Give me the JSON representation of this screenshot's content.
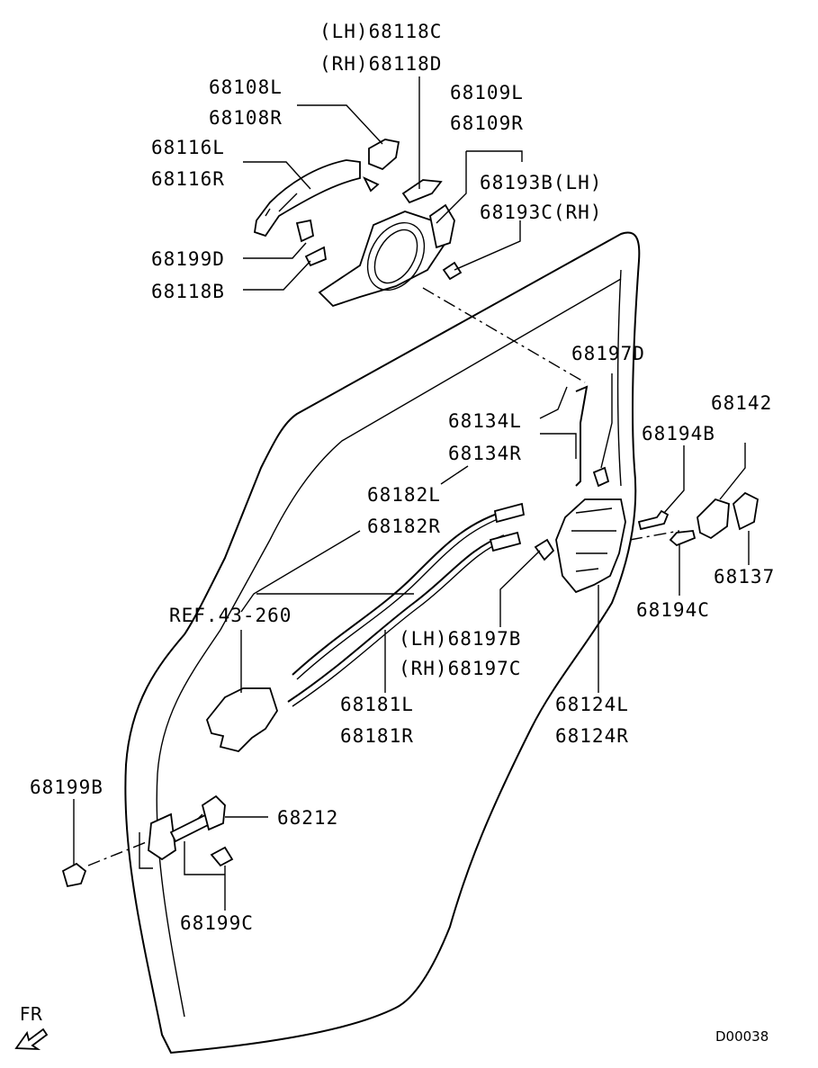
{
  "labels": {
    "p68118C": "(LH)68118C",
    "p68118D": "(RH)68118D",
    "p68108L": "68108L",
    "p68108R": "68108R",
    "p68109L": "68109L",
    "p68109R": "68109R",
    "p68116L": "68116L",
    "p68116R": "68116R",
    "p68193B": "68193B(LH)",
    "p68193C": "68193C(RH)",
    "p68199D": "68199D",
    "p68118B": "68118B",
    "p68197D": "68197D",
    "p68142": "68142",
    "p68134L": "68134L",
    "p68134R": "68134R",
    "p68194B": "68194B",
    "p68182L": "68182L",
    "p68182R": "68182R",
    "p68137": "68137",
    "ref": "REF.43-260",
    "p68194C": "68194C",
    "p68197B": "(LH)68197B",
    "p68197C": "(RH)68197C",
    "p68181L": "68181L",
    "p68181R": "68181R",
    "p68124L": "68124L",
    "p68124R": "68124R",
    "p68199B": "68199B",
    "p68212": "68212",
    "p68199C": "68199C",
    "fr": "FR",
    "code": "D00038"
  }
}
